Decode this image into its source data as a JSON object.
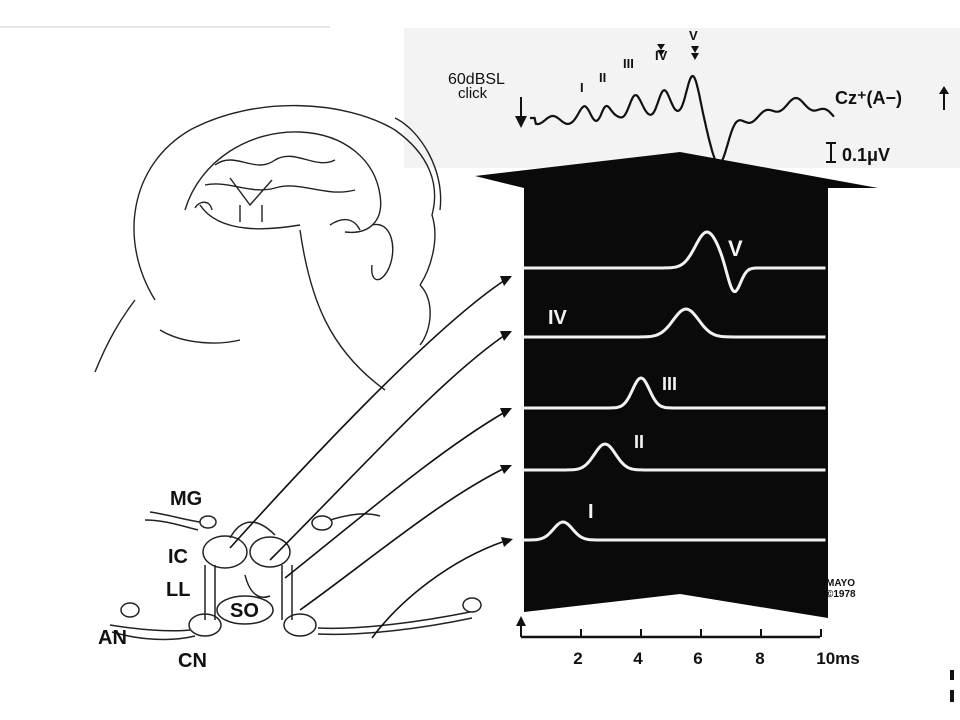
{
  "colors": {
    "ink": "#111111",
    "paper": "#ffffff",
    "panel": "#0a0a0a",
    "trace_on_black": "#f2f2f2",
    "scan_gray": "#e9e9e9"
  },
  "stimulus": {
    "level": "60dBSL",
    "type": "click"
  },
  "recording": {
    "channel": "Cz⁺(A−)",
    "scale_bar": "0.1μV",
    "peak_labels": [
      "I",
      "II",
      "III",
      "IV",
      "V"
    ]
  },
  "anatomy": {
    "MG": "MG",
    "IC": "IC",
    "LL": "LL",
    "SO": "SO",
    "AN": "AN",
    "CN": "CN"
  },
  "panel_waves": [
    {
      "label": "V",
      "peak_ms": 6.2
    },
    {
      "label": "IV",
      "peak_ms": 5.5
    },
    {
      "label": "III",
      "peak_ms": 4.0
    },
    {
      "label": "II",
      "peak_ms": 2.8
    },
    {
      "label": "I",
      "peak_ms": 1.4
    }
  ],
  "time_axis": {
    "ticks": [
      "2",
      "4",
      "6",
      "8",
      "10ms"
    ]
  },
  "credit": {
    "line1": "MAYO",
    "line2": "©1978"
  }
}
